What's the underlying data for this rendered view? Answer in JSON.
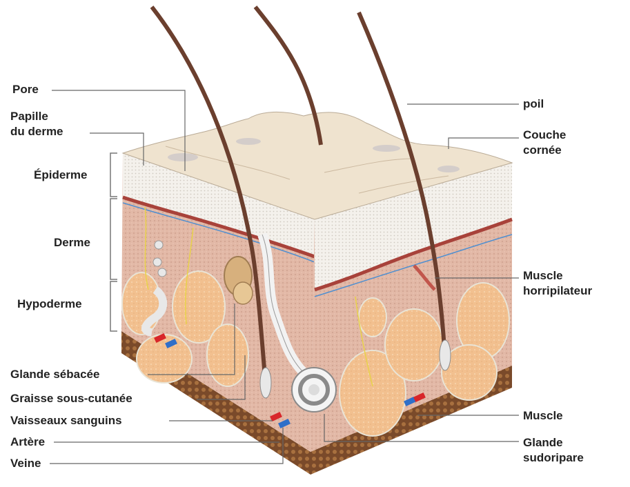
{
  "colors": {
    "background": "#ffffff",
    "label_text": "#222222",
    "leader_line": "#666666",
    "epidermis_surface": "#efe3cf",
    "dermis": "#e2b8a6",
    "hypodermis_fat": "#f2c08f",
    "hair": "#6b3f2e",
    "artery": "#d8262a",
    "vein": "#2f6fc9",
    "base_muscle": "#7a4a2a"
  },
  "labels": {
    "pore": "Pore",
    "papille_line1": "Papille",
    "papille_line2": "du derme",
    "epiderme": "Épiderme",
    "derme": "Derme",
    "hypoderme": "Hypoderme",
    "glande_sebacee": "Glande sébacée",
    "graisse": "Graisse sous-cutanée",
    "vaisseaux": "Vaisseaux sanguins",
    "artere": "Artère",
    "veine": "Veine",
    "poil": "poil",
    "couche_line1": "Couche",
    "couche_line2": "cornée",
    "muscle_horri_line1": "Muscle",
    "muscle_horri_line2": "horripilateur",
    "muscle": "Muscle",
    "glande_sudo_line1": "Glande",
    "glande_sudo_line2": "sudoripare"
  }
}
